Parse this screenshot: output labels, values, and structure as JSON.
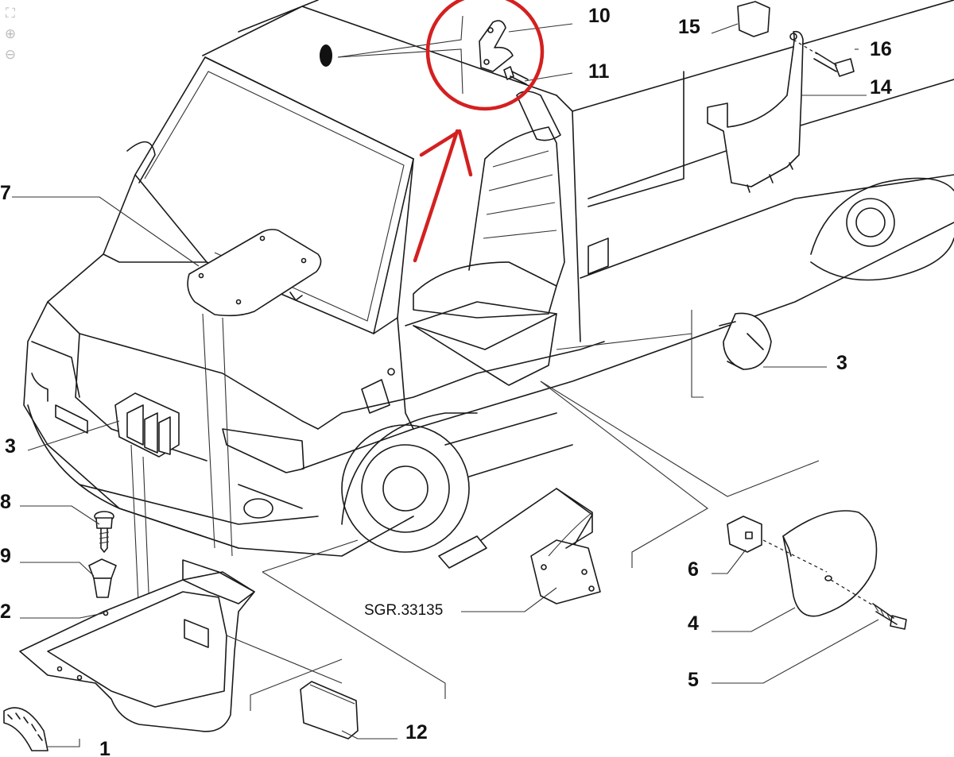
{
  "viewer": {
    "tools": [
      {
        "name": "fit-to-window-icon",
        "glyph": "⛶"
      },
      {
        "name": "zoom-in-icon",
        "glyph": "⊕"
      },
      {
        "name": "zoom-out-icon",
        "glyph": "⊖"
      }
    ]
  },
  "diagram": {
    "reference_code": "SGR.33135",
    "labels": {
      "n1": "1",
      "n2": "2",
      "n3a": "3",
      "n3b": "3",
      "n4": "4",
      "n5": "5",
      "n6": "6",
      "n7": "7",
      "n8": "8",
      "n9": "9",
      "n10": "10",
      "n11": "11",
      "n12": "12",
      "n14": "14",
      "n15": "15",
      "n16": "16"
    },
    "annotation_color": "#d42020"
  }
}
